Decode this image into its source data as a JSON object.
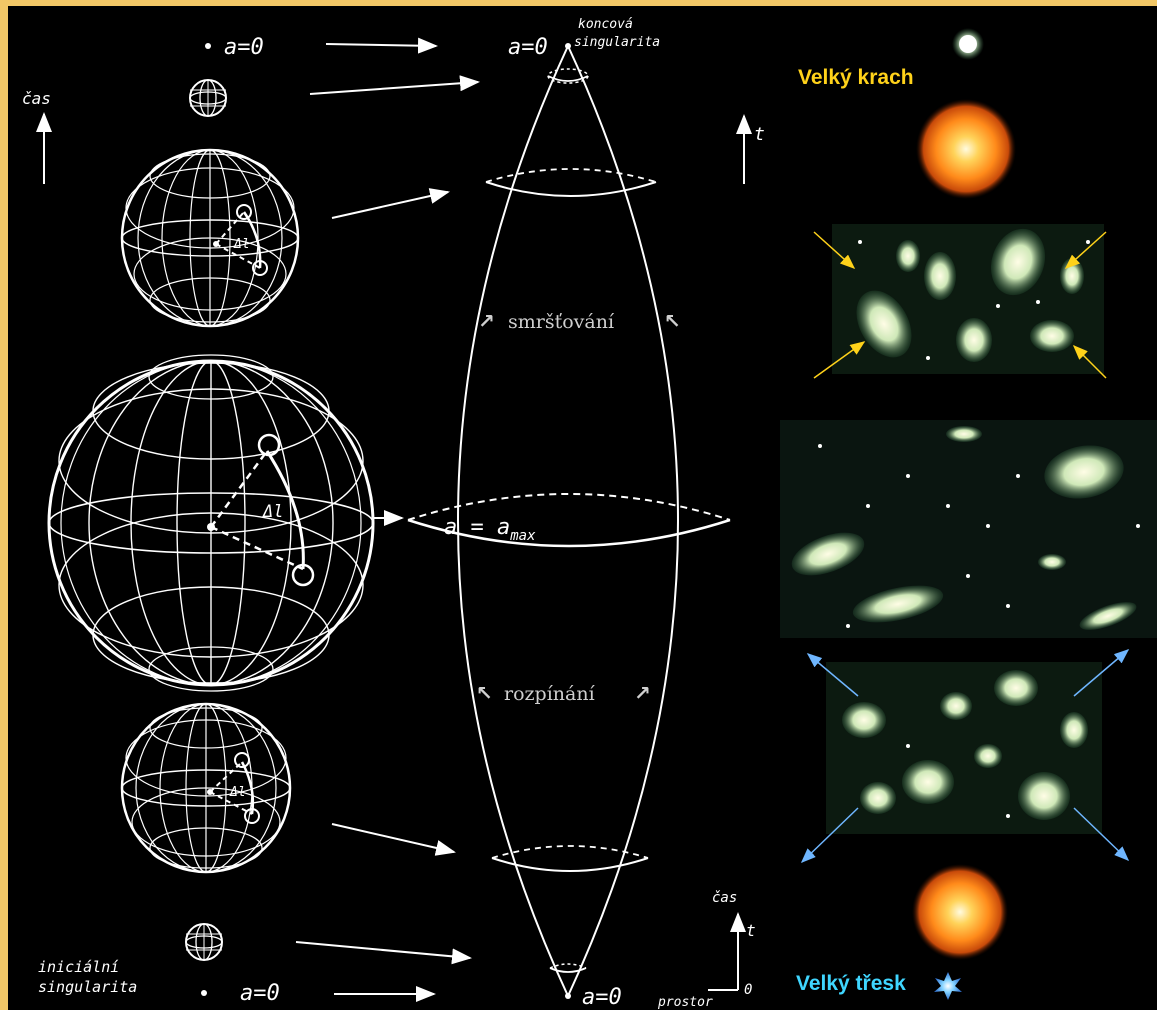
{
  "labels": {
    "a_zero": "a=0",
    "koncova_line1": "koncová",
    "koncova_line2": "singularita",
    "cas": "čas",
    "t": "t",
    "delta_l": "Δl",
    "a_max_prefix": "a = a",
    "a_max_sub": "max",
    "smrstovani": "smršťování",
    "rozpinani": "rozpínání",
    "inicialni_line1": "iniciální",
    "inicialni_line2": "singularita",
    "prostor": "prostor",
    "zero": "0",
    "velky_krach": "Velký krach",
    "velky_tresk": "Velký třesk"
  },
  "colors": {
    "background_frame": "#f2c766",
    "canvas": "#000000",
    "line": "#ffffff",
    "big_crunch_label": "#ffd21a",
    "big_bang_label": "#3fd6ff",
    "inward_arrows": "#ffd21a",
    "outward_arrows": "#6fb6ff",
    "fireball": "#ff8a1a"
  },
  "icons": {
    "up_arrow": "arrow-up-icon",
    "diagonal_arrow": "arrow-diagonal-icon",
    "sphere": "wireframe-sphere-icon",
    "galaxy": "spiral-galaxy-icon",
    "fireball": "fireball-icon",
    "starburst": "starburst-icon"
  }
}
